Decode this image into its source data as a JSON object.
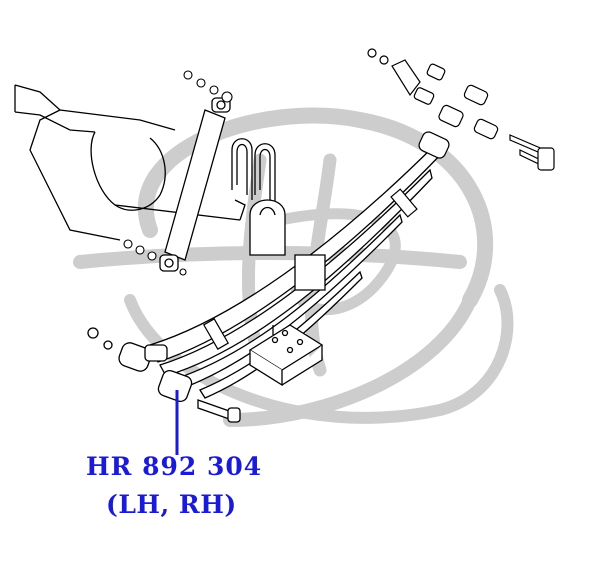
{
  "callout": {
    "part_number": "HR 892 304",
    "side": "(LH, RH)",
    "color": "#1a1adb"
  },
  "drawing": {
    "subject": "rear leaf spring suspension exploded view",
    "line_color": "#000000",
    "watermark_color": "#c8c8c8"
  }
}
